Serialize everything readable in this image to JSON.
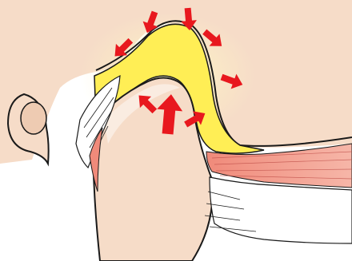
{
  "figure": {
    "background": "#ffffff",
    "colors": {
      "skin": "#f6dcc8",
      "skin_shadow": "#eecbb2",
      "outline": "#1a1a1a",
      "disc": "#ffee55",
      "disc_glow": "#fff8c4",
      "muscle": "#f08a7a",
      "muscle_light": "#f6b6a8",
      "tendon": "#ffffff",
      "arrow": "#e8181e",
      "shading": "#dcdcdc"
    },
    "icons": {
      "arrow": "compression-arrow-icon",
      "ear": "ear-icon"
    },
    "pressure_arrows": [
      {
        "name": "arrow-top-left"
      },
      {
        "name": "arrow-top-center"
      },
      {
        "name": "arrow-top-right"
      },
      {
        "name": "arrow-upper-right"
      },
      {
        "name": "arrow-right"
      },
      {
        "name": "arrow-lower-right"
      },
      {
        "name": "arrow-inner-left"
      },
      {
        "name": "arrow-inner-center"
      }
    ]
  }
}
